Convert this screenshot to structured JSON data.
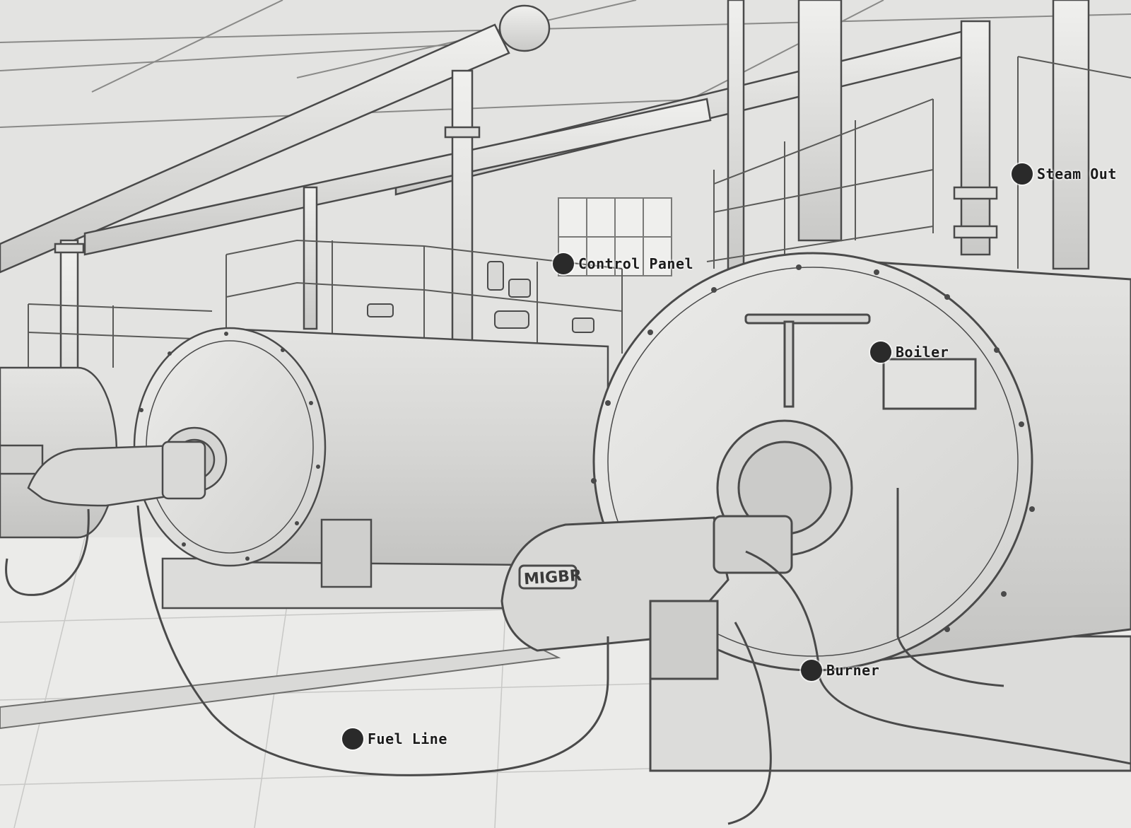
{
  "callouts": {
    "steam_outlet": "Steam Out",
    "control_panel": "Control Panel",
    "boiler": "Boiler",
    "burner": "Burner",
    "fuel_line": "Fuel Line"
  },
  "burner_badge": "MIGBR",
  "colors": {
    "paper": "#e9e9e7",
    "line": "#4a4a4a",
    "dot": "#2a2a2a"
  }
}
